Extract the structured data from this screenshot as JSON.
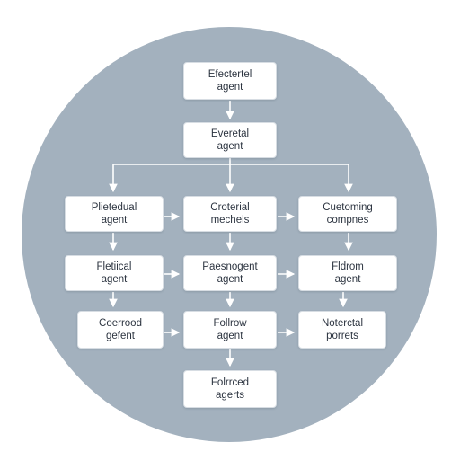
{
  "nodes": {
    "top1": "Efectertel\nagent",
    "top2": "Everetal\nagent",
    "row1": [
      "Plietedual\nagent",
      "Croterial\nmechels",
      "Cuetoming\ncompnes"
    ],
    "row2": [
      "Fletiical\nagent",
      "Paesnogent\nagent",
      "Fldrom\nagent"
    ],
    "row3": [
      "Coerrood\ngefent",
      "Follrow\nagent",
      "Noterctal\nporrets"
    ],
    "bottom": "Folrrced\nagerts"
  },
  "colors": {
    "background_circle": "#a3b1be",
    "node_fill": "#ffffff",
    "node_text": "#2c3440",
    "connector": "#ffffff"
  }
}
